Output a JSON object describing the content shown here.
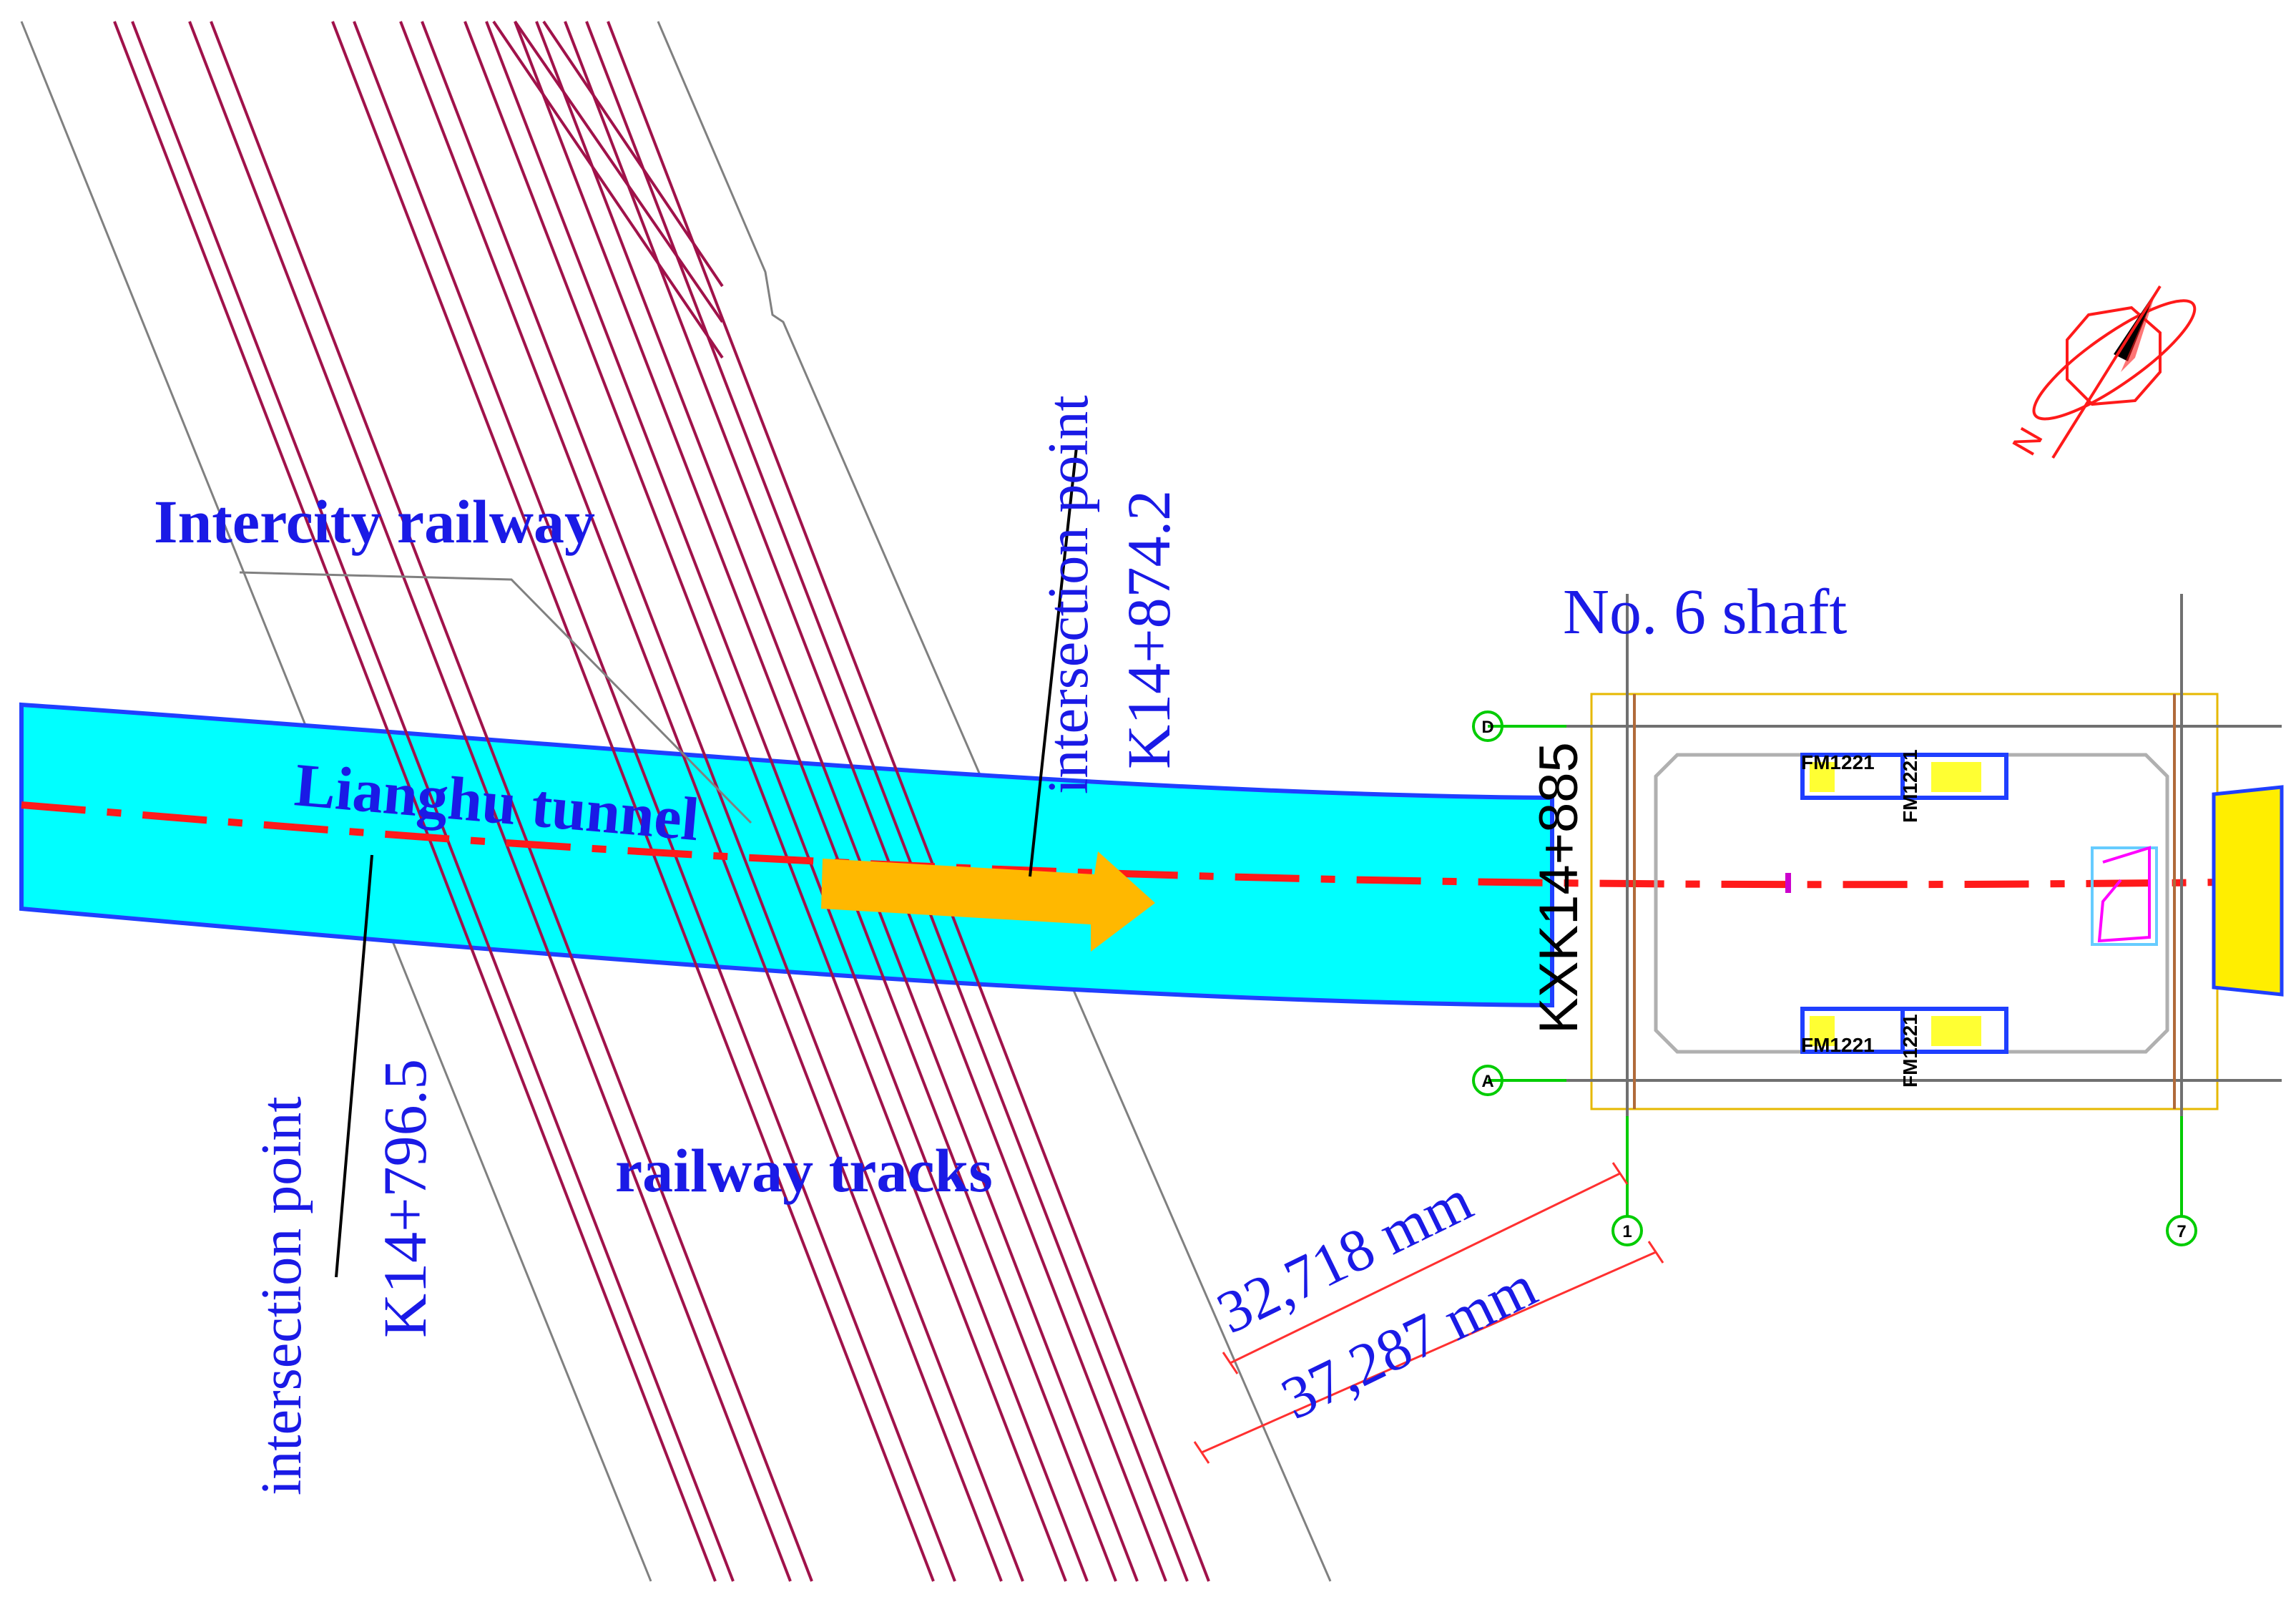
{
  "labels": {
    "intercity_railway": "Intercity railway",
    "lianghu_tunnel": "Lianghu tunnel",
    "railway_tracks": "railway tracks",
    "shaft": "No. 6 shaft",
    "intersection_right_title": "intersection point",
    "intersection_right_chainage": "K14+874.2",
    "intersection_left_title": "intersection point",
    "intersection_left_chainage": "K14+796.5",
    "shaft_chainage": "KXK14+885",
    "dim_inner": "32,718 mm",
    "dim_outer": "37,287 mm",
    "grid_top": "D",
    "grid_bottom": "A",
    "grid_axis_1": "1",
    "grid_axis_7": "7",
    "fm_label_1": "FM1221",
    "fm_label_2": "FM1221",
    "fm_label_3": "FM1221",
    "fm_label_4": "FM1221",
    "compass_letter": "N"
  },
  "colors": {
    "tunnel_fill": "#00ffff",
    "tunnel_edge": "#1f3fff",
    "track": "#a0124a",
    "centerline": "#ff1a1a",
    "arrow": "#ffb800",
    "text_blue": "#1a1ae6",
    "grid_green": "#00cc00",
    "dim_red": "#ff3030",
    "grey_line": "#808080"
  }
}
